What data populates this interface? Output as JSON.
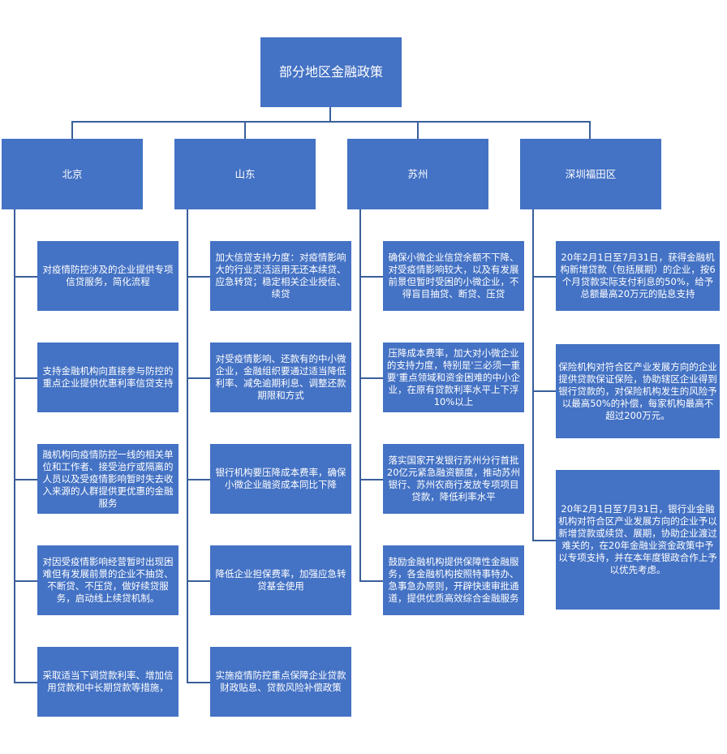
{
  "root": {
    "label": "部分地区金融政策"
  },
  "columns": [
    {
      "label": "北京",
      "items": [
        "对疫情防控涉及的企业提供专项信贷服务，简化流程",
        "支持金融机构向直接参与防控的重点企业提供优惠利率信贷支持",
        "融机构向疫情防控一线的相关单位和工作者、接受治疗或隔离的人员以及受疫情影响暂时失去收入来源的人群提供更优惠的金融服务",
        "对因受疫情影响经营暂时出现困难但有发展前景的企业不抽贷、不断贷、不压贷，做好续贷服务，启动线上续贷机制。",
        "采取适当下调贷款利率、增加信用贷款和中长期贷款等措施，"
      ]
    },
    {
      "label": "山东",
      "items": [
        "加大信贷支持力度：对疫情影响大的行业灵活运用无还本续贷、应急转贷；稳定相关企业授信、续贷",
        "对受疫情影响、还款有的中小微企业，金融组织要通过适当降低利率、减免逾期利息、调整还款期限和方式",
        "银行机构要压降成本费率，确保小微企业融资成本同比下降",
        "降低企业担保费率，加强应急转贷基金使用",
        "实施疫情防控重点保障企业贷款财政贴息、贷款风险补偿政策"
      ]
    },
    {
      "label": "苏州",
      "items": [
        "确保小微企业信贷余额不下降、对受疫情影响较大，以及有发展前景但暂时受困的小微企业，不得盲目抽贷、断贷、压贷",
        "压降成本费率，加大对小微企业的支持力度，特别是'三必须一重要'重点领域和资金困难的中小企业，在原有贷款利率水平上下浮10%以上",
        "落实国家开发银行苏州分行首批20亿元紧急融资额度，推动苏州银行、苏州农商行发放专项项目贷款，降低利率水平",
        "鼓励金融机构提供保障性金融服务，各金融机构按照特事特办、急事急办原则，开辟快速审批通道，提供优质高效综合金融服务"
      ]
    },
    {
      "label": "深圳福田区",
      "items": [
        "20年2月1日至7月31日，获得金融机构新增贷款（包括展期）的企业，按6个月贷款实际支付利息的50%，给予总额最高20万元的贴息支持",
        "保险机构对符合区产业发展方向的企业提供贷款保证保险，协助辖区企业得到银行贷款的，对保险机构发生的风险予以最高50%的补偿，每家机构最高不超过200万元。",
        "20年2月1日至7月31日，银行业金融机构对符合区产业发展方向的企业予以新增贷款或续贷、展期，协助企业渡过难关的，在20年金融业资金政策中予以专项支持，并在本年度银政合作上予以优先考虑。"
      ]
    }
  ],
  "colors": {
    "box_fill": "#4472C4",
    "box_text": "#ffffff",
    "connector": "#3a5f9a"
  }
}
